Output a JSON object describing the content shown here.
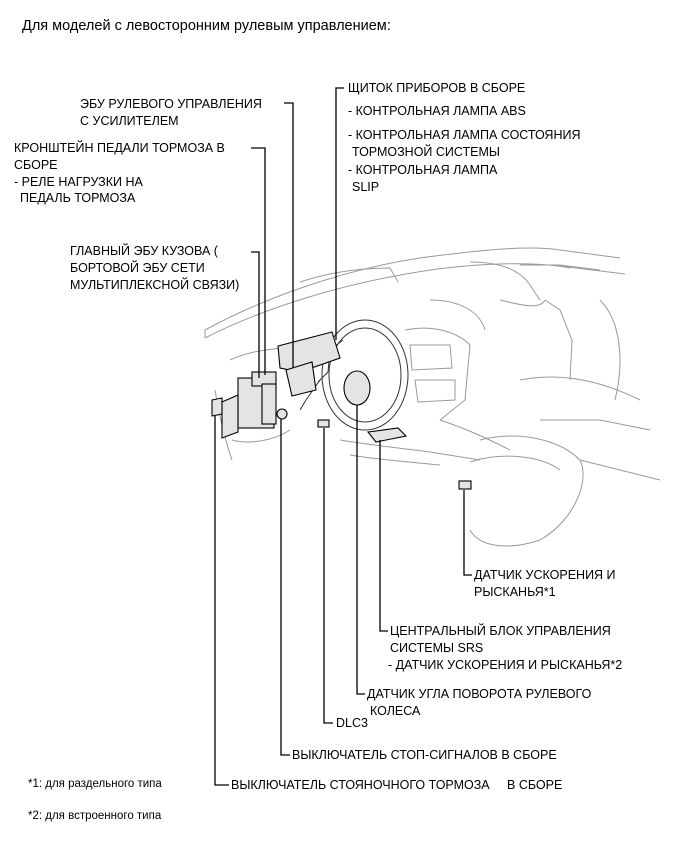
{
  "heading": "Для моделей с левосторонним рулевым управлением:",
  "callouts": {
    "meter": {
      "title": "ЩИТОК ПРИБОРОВ В СБОРЕ",
      "sub1": "- КОНТРОЛЬНАЯ ЛАМПА ABS",
      "sub2a": "- КОНТРОЛЬНАЯ ЛАМПА СОСТОЯНИЯ",
      "sub2b": "ТОРМОЗНОЙ СИСТЕМЫ",
      "sub3a": "- КОНТРОЛЬНАЯ ЛАМПА",
      "sub3b": "SLIP"
    },
    "eps_ecu": {
      "line1": "ЭБУ РУЛЕВОГО УПРАВЛЕНИЯ",
      "line2": "С УСИЛИТЕЛЕМ"
    },
    "brake_bracket": {
      "line1": "КРОНШТЕЙН ПЕДАЛИ ТОРМОЗА В",
      "line2": "СБОРЕ",
      "line3": "- РЕЛЕ НАГРУЗКИ НА",
      "line4": "ПЕДАЛЬ ТОРМОЗА"
    },
    "body_ecu": {
      "line1": "ГЛАВНЫЙ ЭБУ КУЗОВА (",
      "line2": "БОРТОВОЙ ЭБУ СЕТИ",
      "line3": "МУЛЬТИПЛЕКСНОЙ СВЯЗИ)"
    },
    "yaw_sensor": {
      "line1": "ДАТЧИК УСКОРЕНИЯ И",
      "line2": "РЫСКАНЬЯ*1"
    },
    "srs": {
      "line1": "ЦЕНТРАЛЬНЫЙ БЛОК УПРАВЛЕНИЯ",
      "line2": "СИСТЕМЫ SRS",
      "line3": "- ДАТЧИК УСКОРЕНИЯ И РЫСКАНЬЯ*2"
    },
    "steering_sensor": {
      "line1": "ДАТЧИК УГЛА ПОВОРОТА РУЛЕВОГО",
      "line2": "КОЛЕСА"
    },
    "dlc3": "DLC3",
    "stop_switch": "ВЫКЛЮЧАТЕЛЬ СТОП-СИГНАЛОВ В СБОРЕ",
    "parking_switch": "ВЫКЛЮЧАТЕЛЬ СТОЯНОЧНОГО ТОРМОЗА     В СБОРЕ"
  },
  "footnotes": {
    "note1": "*1: для раздельного типа",
    "note2": "*2: для встроенного типа"
  }
}
